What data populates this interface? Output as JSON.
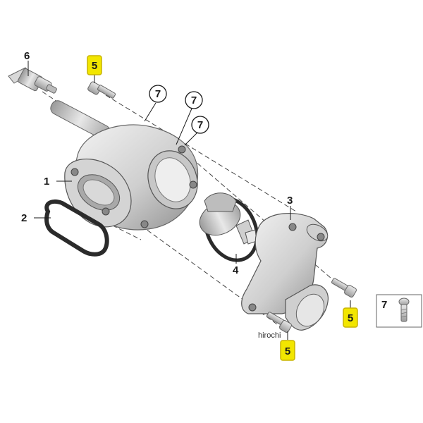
{
  "colors": {
    "highlight_box": "#f2e600",
    "highlight_border": "#c8b400",
    "metal_light": "#e6e6e6",
    "metal_mid": "#bdbdbd",
    "metal_dark": "#8a8a8a",
    "gasket": "#2b2b2b"
  },
  "callouts": {
    "part_1": "1",
    "part_2": "2",
    "part_3": "3",
    "part_4": "4",
    "part_6": "6"
  },
  "circled": {
    "a": "7",
    "b": "7",
    "c": "7"
  },
  "highlighted": {
    "top": "5",
    "right": "5",
    "bottom": "5"
  },
  "legend": {
    "number": "7"
  },
  "watermark": "hirochi"
}
